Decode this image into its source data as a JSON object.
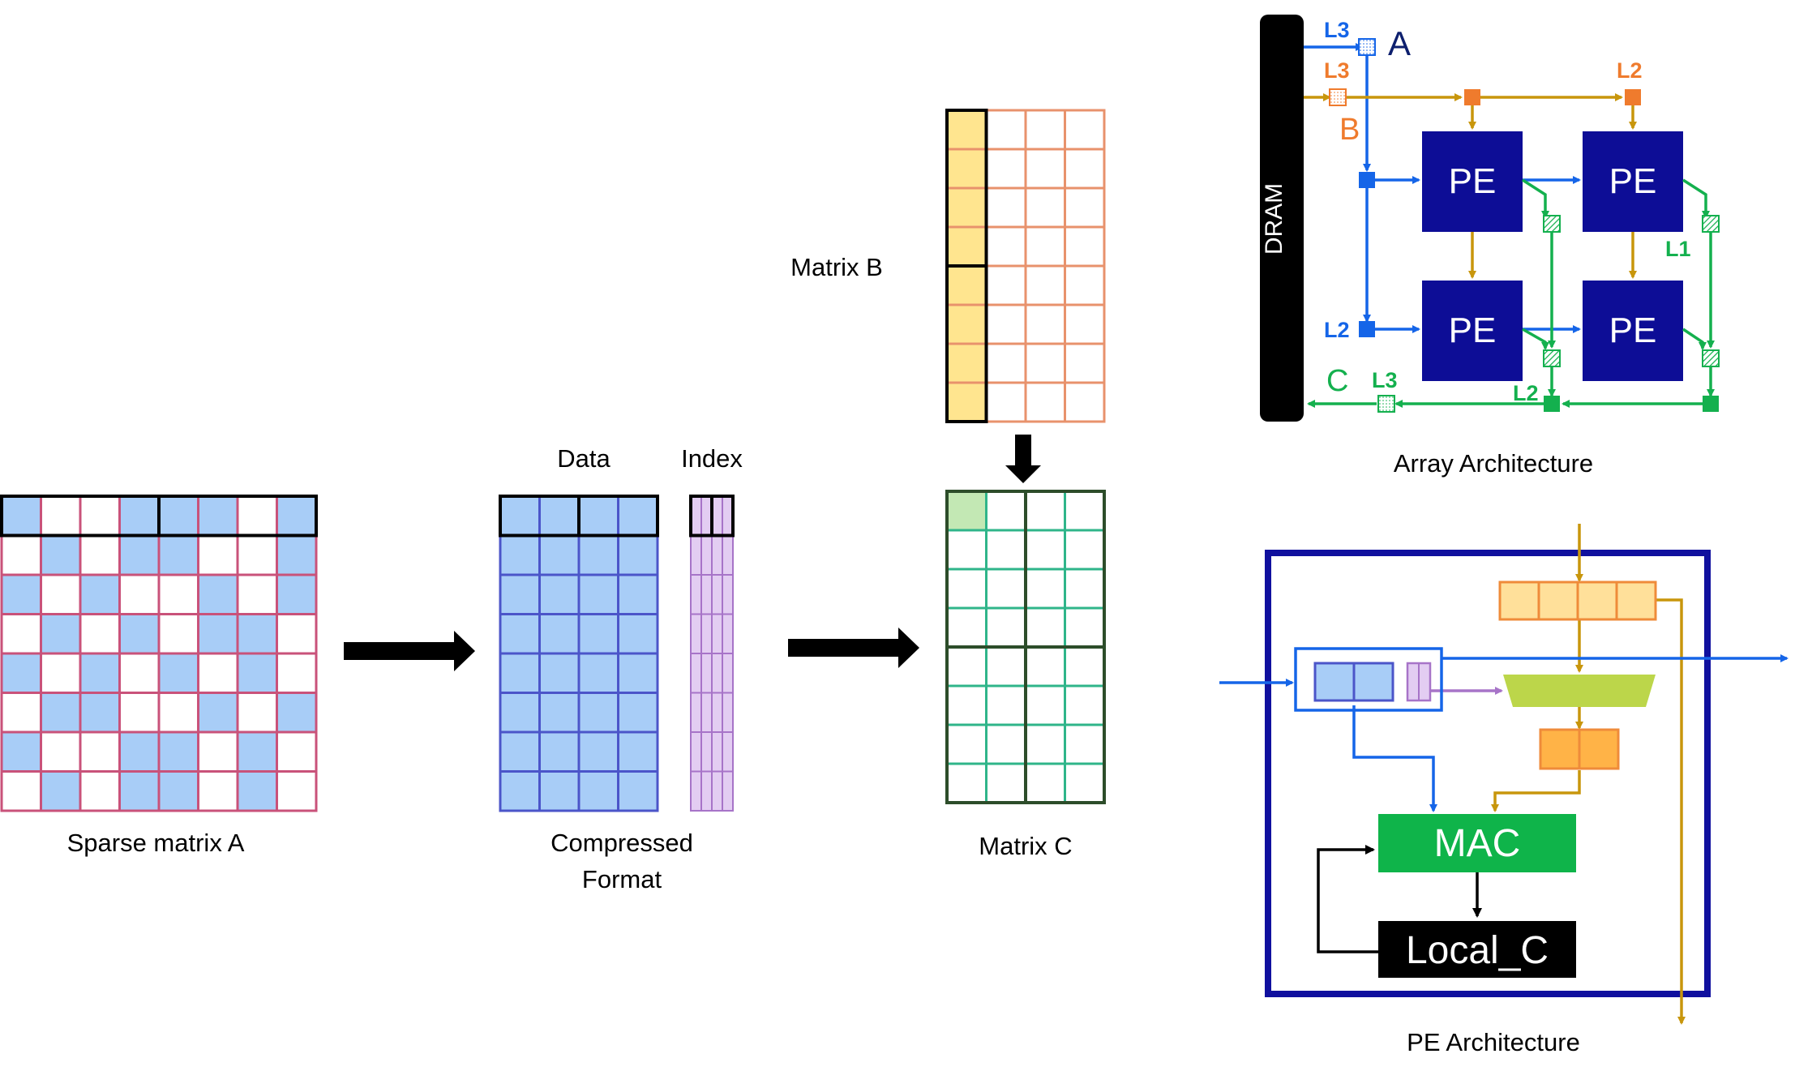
{
  "colors": {
    "sparse_blue": "#a8cdf7",
    "sparse_grid": "#c9527a",
    "compressed_blue": "#a8cdf7",
    "compressed_grid": "#4b55c9",
    "index_fill": "#e3cdf2",
    "index_grid": "#a774c8",
    "matrix_b_grid": "#e8926c",
    "matrix_b_col": "#ffe58f",
    "matrix_c_grid": "#2fb58a",
    "matrix_c_border": "#2d4d2a",
    "matrix_c_cell": "#c3e8b4",
    "pe_fill": "#0d0d96",
    "dram_fill": "#000000",
    "signal_a": "#1565e8",
    "signal_b": "#c8960c",
    "signal_c": "#14b04e",
    "label_l3_a": "#1565e8",
    "label_l3_b": "#ef7b2d",
    "pe_box_border": "#10109e",
    "mac_fill": "#0fb44a",
    "mux_fill": "#bcd64a",
    "buffer_b_fill": "#ffe09a",
    "buffer_b_border": "#ef8b3a",
    "buffer_out_fill": "#ffb347",
    "local_c_fill": "#000000"
  },
  "labels": {
    "sparse_matrix": "Sparse matrix A",
    "compressed_line1": "Compressed",
    "compressed_line2": "Format",
    "data": "Data",
    "index": "Index",
    "matrix_b": "Matrix B",
    "matrix_c": "Matrix C",
    "array_architecture": "Array Architecture",
    "pe_architecture": "PE Architecture"
  },
  "array": {
    "dram": "DRAM",
    "pe": [
      "PE",
      "PE",
      "PE",
      "PE"
    ],
    "signal_a": "A",
    "signal_b": "B",
    "signal_c": "C",
    "l3_a": "L3",
    "l3_b": "L3",
    "l2_b": "L2",
    "l2_a": "L2",
    "l1": "L1",
    "l3_c": "L3",
    "l2_c": "L2"
  },
  "pe_arch": {
    "mac": "MAC",
    "local_c": "Local_C"
  }
}
